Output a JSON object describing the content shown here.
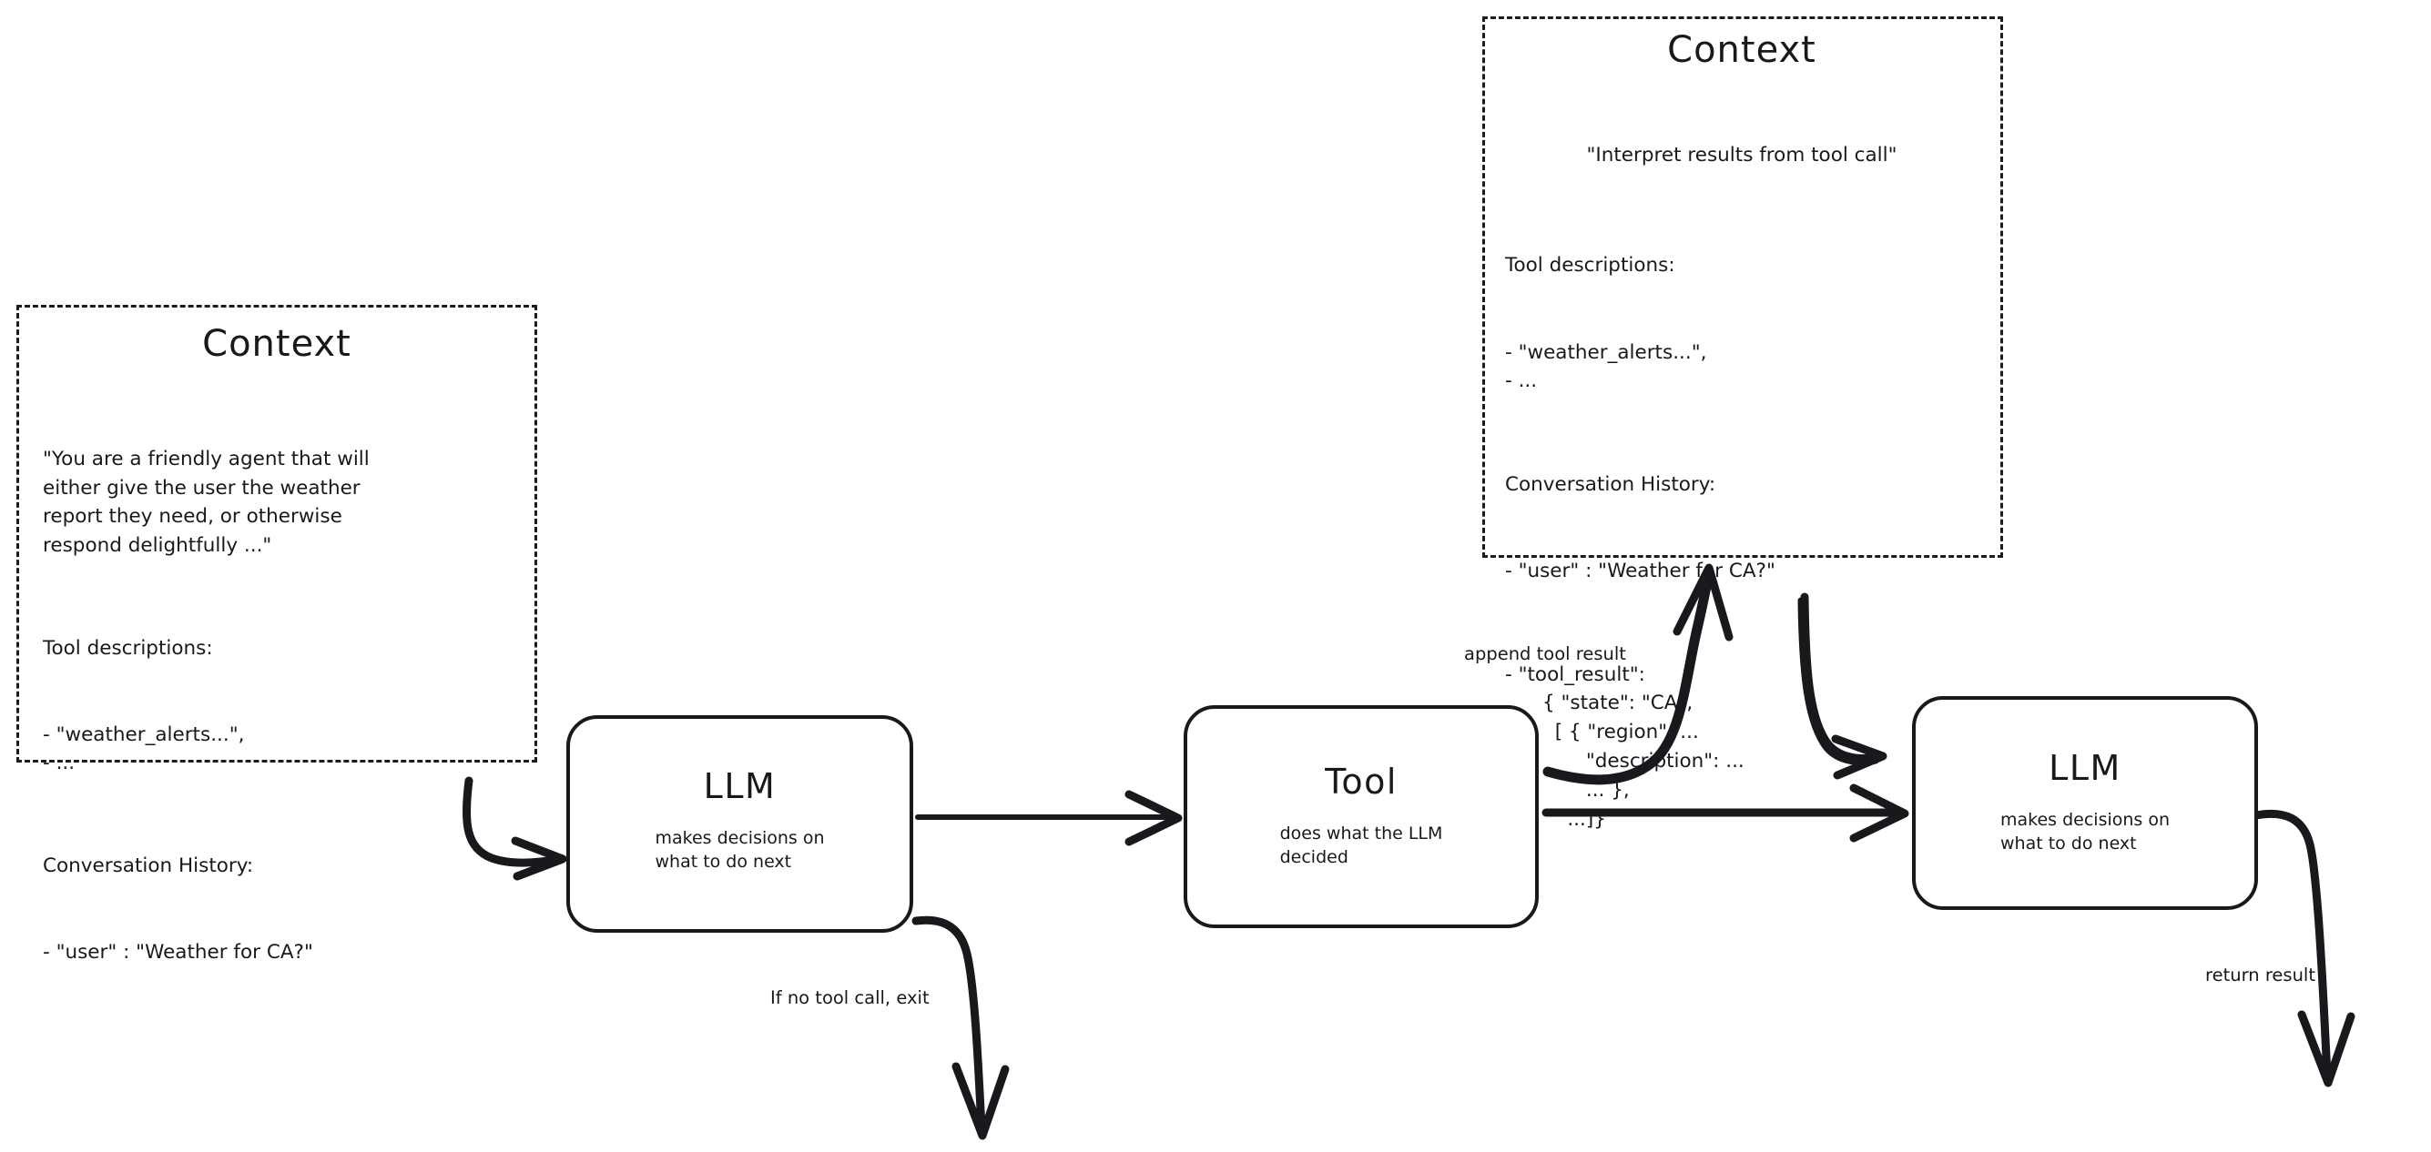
{
  "diagram": {
    "title": "LLM agent loop with tool calling",
    "stroke_color": "#17191c",
    "background_color": "#ffffff"
  },
  "context_left": {
    "title": "Context",
    "system_prompt": "\"You are a friendly agent that will\neither give the user the weather\nreport they need, or otherwise\nrespond delightfully ...\"",
    "tool_descriptions_heading": "Tool descriptions:",
    "tool_descriptions_items": "- \"weather_alerts...\",\n- ...",
    "conversation_heading": "Conversation History:",
    "conversation_items": "- \"user\" : \"Weather for CA?\""
  },
  "context_right": {
    "title": "Context",
    "system_prompt": "\"Interpret results from tool call\"",
    "tool_descriptions_heading": "Tool descriptions:",
    "tool_descriptions_items": "- \"weather_alerts...\",\n- ...",
    "conversation_heading": "Conversation History:",
    "conversation_user": "- \"user\" : \"Weather for CA?\"",
    "conversation_tool_result": "- \"tool_result\":\n      { \"state\": \"CA\",\n        [ { \"region\": ...\n             \"description\": ...\n             ... },\n          ...]}"
  },
  "nodes": [
    {
      "id": "llm-1",
      "title": "LLM",
      "subtitle": "makes decisions on\nwhat to do next"
    },
    {
      "id": "tool",
      "title": "Tool",
      "subtitle": "does what the LLM\ndecided"
    },
    {
      "id": "llm-2",
      "title": "LLM",
      "subtitle": "makes decisions on\nwhat to do next"
    }
  ],
  "edge_labels": {
    "append_tool_result": "append tool result",
    "if_no_tool_call_exit": "If no tool call, exit",
    "return_result": "return result"
  }
}
